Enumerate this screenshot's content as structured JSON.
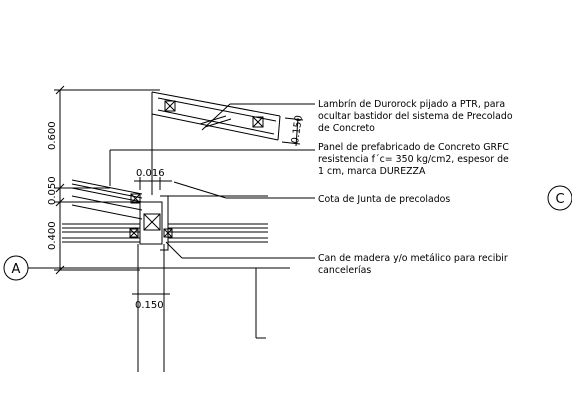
{
  "grid_axes": {
    "left": "A",
    "right": "C"
  },
  "dimensions": {
    "d_0600": "0.600",
    "d_0050": "0.050",
    "d_0400": "0.400",
    "d_0016": "0.016",
    "d_0150_slope": "0.150",
    "d_0150_bottom": "0.150"
  },
  "notes": {
    "lambrin": [
      "Lambrín de Durorock pijado a PTR, para",
      "ocultar bastidor del sistema de Precolado",
      "de Concreto"
    ],
    "panel": [
      "Panel de prefabricado de Concreto GRFC",
      "resistencia f´c= 350 kg/cm2, espesor de",
      "1 cm, marca DUREZZA"
    ],
    "cota": [
      "Cota de Junta de precolados"
    ],
    "can": [
      "Can de madera y/o metálico para recibir",
      "cancelerías"
    ]
  }
}
